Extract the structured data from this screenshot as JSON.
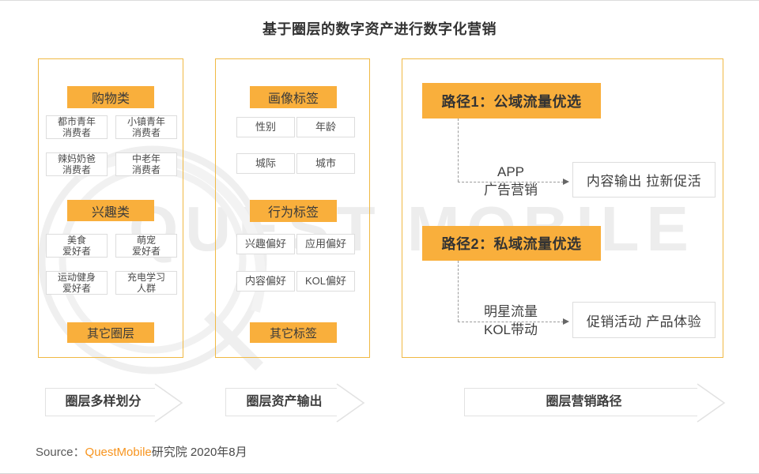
{
  "title": "基于圈层的数字资产进行数字化营销",
  "watermark": {
    "text": "QUEST MOBILE"
  },
  "panel_circles": {
    "shopping_header": "购物类",
    "shopping_items": [
      "都市青年\n消费者",
      "小镇青年\n消费者",
      "辣妈奶爸\n消费者",
      "中老年\n消费者"
    ],
    "interest_header": "兴趣类",
    "interest_items": [
      "美食\n爱好者",
      "萌宠\n爱好者",
      "运动健身\n爱好者",
      "充电学习\n人群"
    ],
    "footer": "其它圈层"
  },
  "panel_tags": {
    "portrait_header": "画像标签",
    "portrait_items": [
      "性别",
      "年龄",
      "城际",
      "城市"
    ],
    "behavior_header": "行为标签",
    "behavior_items": [
      "兴趣偏好",
      "应用偏好",
      "内容偏好",
      "KOL偏好"
    ],
    "footer": "其它标签"
  },
  "panel_paths": {
    "path1_header": "路径1：公域流量优选",
    "path1_edge_label": "APP\n广告营销",
    "path1_result": "内容输出 拉新促活",
    "path2_header": "路径2：私域流量优选",
    "path2_edge_label": "明星流量\nKOL带动",
    "path2_result": "促销活动 产品体验"
  },
  "flow_labels": {
    "step1": "圈层多样划分",
    "step2": "圈层资产输出",
    "step3": "圈层营销路径"
  },
  "source": {
    "prefix": "Source：",
    "brand": "QuestMobile",
    "suffix": "研究院 2020年8月"
  },
  "colors": {
    "accent_orange": "#F9AF3C",
    "panel_border": "#F0B944",
    "box_border": "#DDDDDD",
    "dash_gray": "#9A9A9A",
    "text_dark": "#3A3A3A",
    "brand_orange": "#F7941E",
    "watermark_gray": "#EDEDED"
  }
}
